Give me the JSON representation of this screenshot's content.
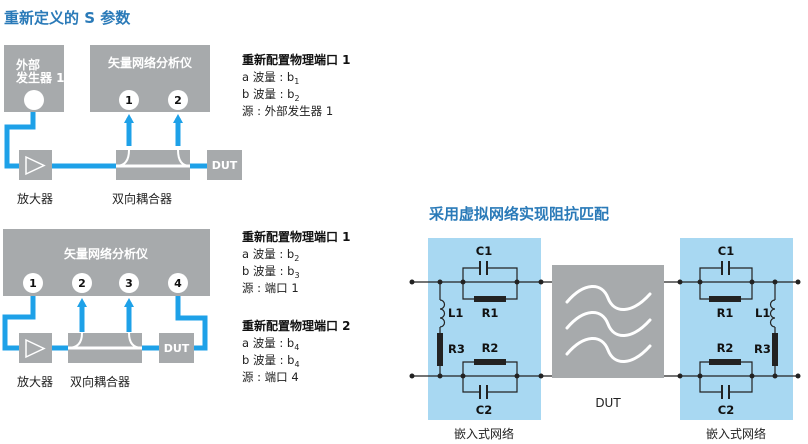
{
  "colors": {
    "gray": "#a7aaac",
    "blue": "#1ea1e8",
    "light_blue": "#a8d8f2",
    "title": "#2a7ab8"
  },
  "titles": {
    "main": "重新定义的 S 参数",
    "virtual": "采用虚拟网络实现阻抗匹配"
  },
  "top_diagram": {
    "ext_gen_line1": "外部",
    "ext_gen_line2": "发生器 1",
    "vna": "矢量网络分析仪",
    "port1": "1",
    "port2": "2",
    "dut": "DUT",
    "amp_label": "放大器",
    "coupler_label": "双向耦合器"
  },
  "bottom_diagram": {
    "vna": "矢量网络分析仪",
    "port1": "1",
    "port2": "2",
    "port3": "3",
    "port4": "4",
    "dut": "DUT",
    "amp_label": "放大器",
    "coupler_label": "双向耦合器"
  },
  "config1": {
    "heading": "重新配置物理端口 1",
    "a_prefix": "a 波量 : b",
    "a_sub": "1",
    "b_prefix": "b 波量 : b",
    "b_sub": "2",
    "source": "源 : 外部发生器 1"
  },
  "config2": {
    "heading": "重新配置物理端口 1",
    "a_prefix": "a 波量 : b",
    "a_sub": "2",
    "b_prefix": "b 波量 : b",
    "b_sub": "3",
    "source": "源 : 端口 1"
  },
  "config3": {
    "heading": "重新配置物理端口 2",
    "a_prefix": "a 波量 : b",
    "a_sub": "4",
    "b_prefix": "b 波量 : b",
    "b_sub": "4",
    "source": "源 : 端口 4"
  },
  "embed_left": {
    "c1": "C1",
    "r1": "R1",
    "l1": "L1",
    "r3": "R3",
    "r2": "R2",
    "c2": "C2",
    "caption": "嵌入式网络"
  },
  "embed_right": {
    "c1": "C1",
    "r1": "R1",
    "l1": "L1",
    "r3": "R3",
    "r2": "R2",
    "c2": "C2",
    "caption": "嵌入式网络"
  },
  "center_dut": {
    "label": "DUT"
  }
}
